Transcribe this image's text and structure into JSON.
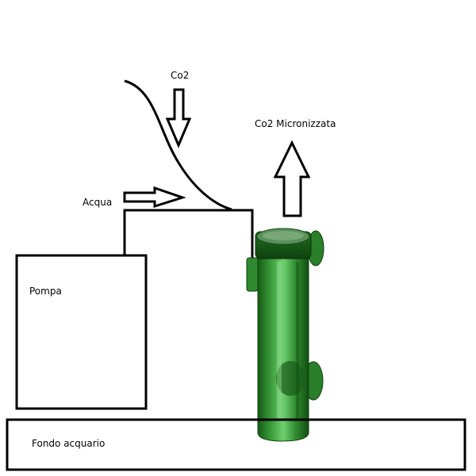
{
  "labels": {
    "co2": "Co2",
    "co2_micronizzata": "Co2 Micronizzata",
    "acqua": "Acqua",
    "pompa": "Pompa",
    "fondo_acquario": "Fondo acquario"
  },
  "colors": {
    "outline": "#000000",
    "reactor_green": "#2f8a2f",
    "reactor_green_light": "#5cbf5c",
    "reactor_green_dark": "#145a14",
    "background": "#ffffff"
  },
  "icons": {
    "co2_inlet_arrow": "arrow-down-icon",
    "co2_output_arrow": "arrow-up-icon",
    "water_inlet_arrow": "arrow-right-icon"
  }
}
